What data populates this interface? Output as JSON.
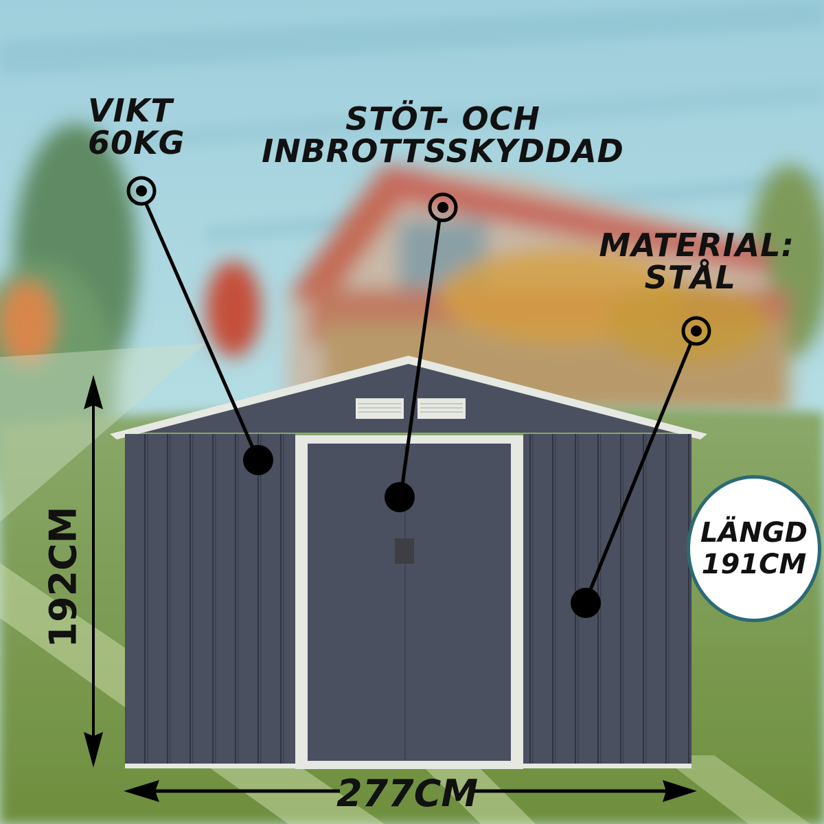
{
  "features": {
    "weight": {
      "line1": "VIKT",
      "line2": "60KG"
    },
    "security": {
      "line1": "STÖT- OCH",
      "line2": "INBROTTSSKYDDAD"
    },
    "material": {
      "line1": "MATERIAL:",
      "line2": "STÅL"
    }
  },
  "badge": {
    "line1": "LÄNGD",
    "line2": "191CM",
    "border_color": "#2b6a73"
  },
  "dimensions": {
    "height": "192CM",
    "width": "277CM"
  },
  "colors": {
    "sky": "#a9d4dd",
    "shed_body": "#4a5060",
    "shed_trim": "#e6e8e2",
    "grass": "#7d9a55",
    "label_text": "#111111"
  },
  "icons": {
    "pointer_marker": "target-ring-icon",
    "arrow_vertical": "double-arrow-vertical-icon",
    "arrow_horizontal": "double-arrow-horizontal-icon"
  }
}
